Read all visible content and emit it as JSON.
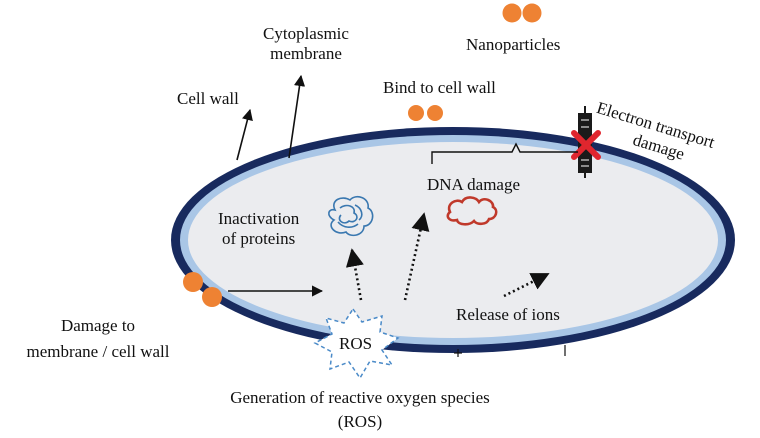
{
  "labels": {
    "cytoplasmic_membrane_line1": "Cytoplasmic",
    "cytoplasmic_membrane_line2": "membrane",
    "nanoparticles": "Nanoparticles",
    "cell_wall": "Cell wall",
    "bind_to_cell_wall": "Bind to cell wall",
    "electron_transport_line1": "Electron transport",
    "electron_transport_line2": "damage",
    "dna_damage": "DNA damage",
    "inactivation_line1": "Inactivation",
    "inactivation_line2": "of proteins",
    "release_of_ions": "Release of ions",
    "damage_membrane_line1": "Damage to",
    "damage_membrane_line2": "membrane / cell wall",
    "ros": "ROS",
    "generation_line1": "Generation of reactive oxygen species",
    "generation_line2": "(ROS)"
  },
  "colors": {
    "nanoparticle": "#ee8233",
    "outer_wall": "#182a5e",
    "inner_membrane": "#a9c6e6",
    "cytoplasm": "#ebecef",
    "dna": "#c0392b",
    "protein": "#3a78b0",
    "ros_outline": "#4a8ac8",
    "x_mark": "#e0262e"
  }
}
